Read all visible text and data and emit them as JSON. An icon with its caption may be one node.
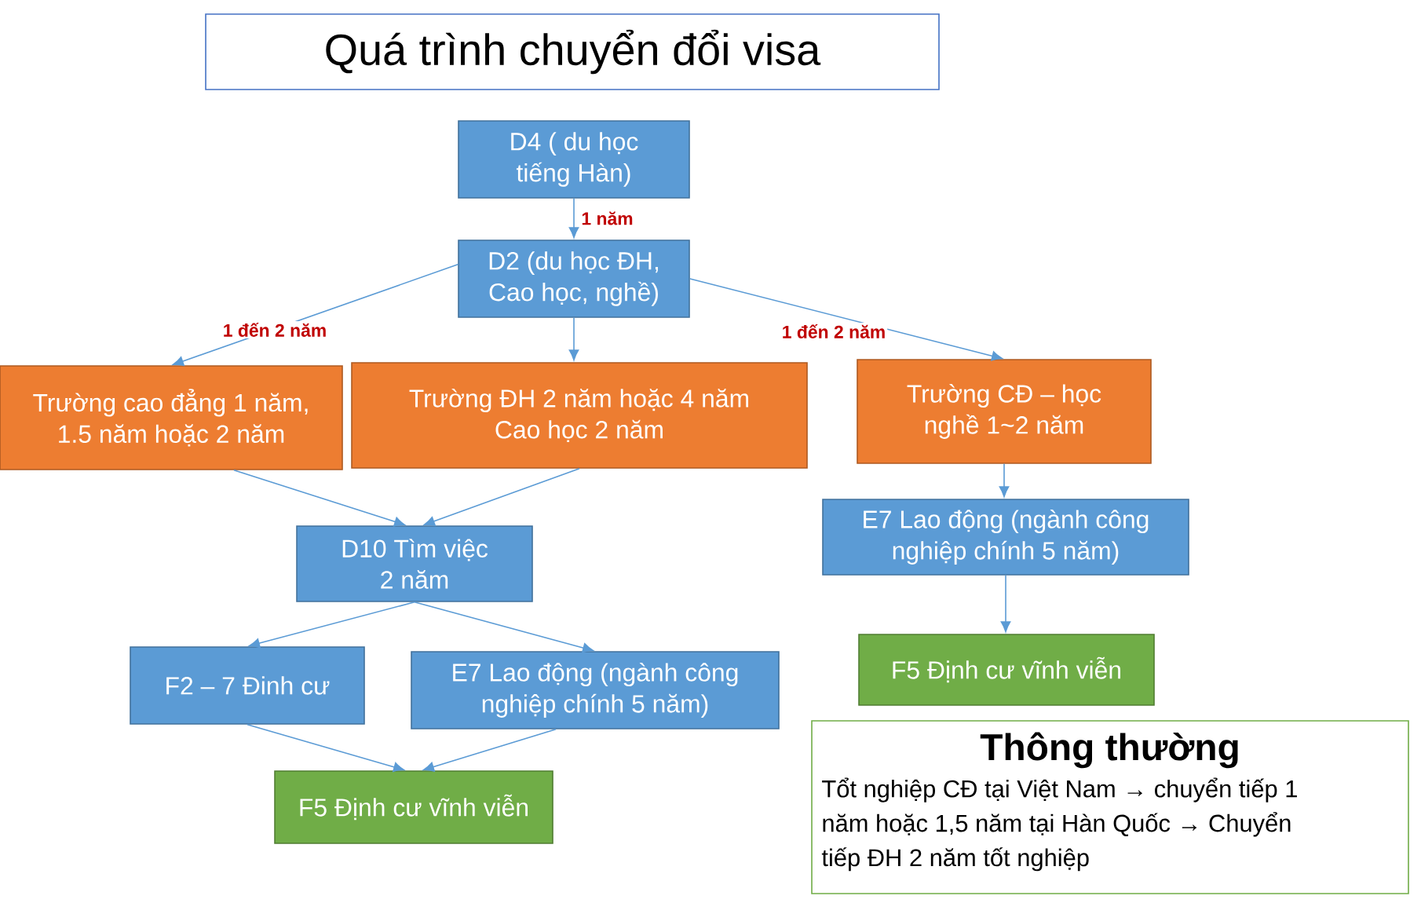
{
  "diagram": {
    "title": "Quá trình chuyển đổi visa",
    "nodes": [
      {
        "text": [
          "D4 ( du học tiếng Hàn)"
        ]
      },
      {
        "text": [
          "D2 (du học ĐH, Cao học, nghề)"
        ]
      },
      {
        "text": [
          "Trường cao đẳng 1 năm, 1.5 năm hoặc 2 năm"
        ]
      },
      {
        "text": [
          "Trường ĐH 2 năm hoặc 4 năm Cao học 2 năm"
        ]
      },
      {
        "text": [
          "Trường CĐ – học nghề 1~2 năm"
        ]
      },
      {
        "text": [
          "E7 Lao động (ngành công nghiệp chính 5 năm)"
        ]
      },
      {
        "text": [
          "D10 Tìm việc 2 năm"
        ]
      },
      {
        "text": [
          "F2 – 7 Đinh cư"
        ]
      },
      {
        "text": [
          "E7 Lao động (ngành công nghiệp chính 5 năm)"
        ]
      },
      {
        "text": [
          "F5 Định cư vĩnh viễn"
        ]
      },
      {
        "text": [
          "F5 Định cư vĩnh viễn"
        ]
      },
      {
        "text": [
          "Thông thường",
          "Tổt nghiệp CĐ tại Việt Nam → chuyển tiếp 1 năm hoặc 1,5 năm tại Hàn Quốc → Chuyển tiếp ĐH 2 năm tốt nghiệp"
        ]
      }
    ],
    "edges": [
      {
        "from": 0,
        "to": 1,
        "arrow": "to",
        "label": "1 năm"
      },
      {
        "from": 1,
        "to": 2,
        "arrow": "to",
        "label": "1 đến 2 năm"
      },
      {
        "from": 1,
        "to": 3,
        "arrow": "to"
      },
      {
        "from": 1,
        "to": 4,
        "arrow": "to",
        "label": "1 đến 2 năm"
      },
      {
        "from": 2,
        "to": 6,
        "arrow": "to"
      },
      {
        "from": 3,
        "to": 6,
        "arrow": "to"
      },
      {
        "from": 4,
        "to": 5,
        "arrow": "to"
      },
      {
        "from": 6,
        "to": 7,
        "arrow": "to"
      },
      {
        "from": 6,
        "to": 8,
        "arrow": "to"
      },
      {
        "from": 7,
        "to": 9,
        "arrow": "to"
      },
      {
        "from": 8,
        "to": 9,
        "arrow": "to"
      },
      {
        "from": 5,
        "to": 10,
        "arrow": "to"
      }
    ]
  }
}
